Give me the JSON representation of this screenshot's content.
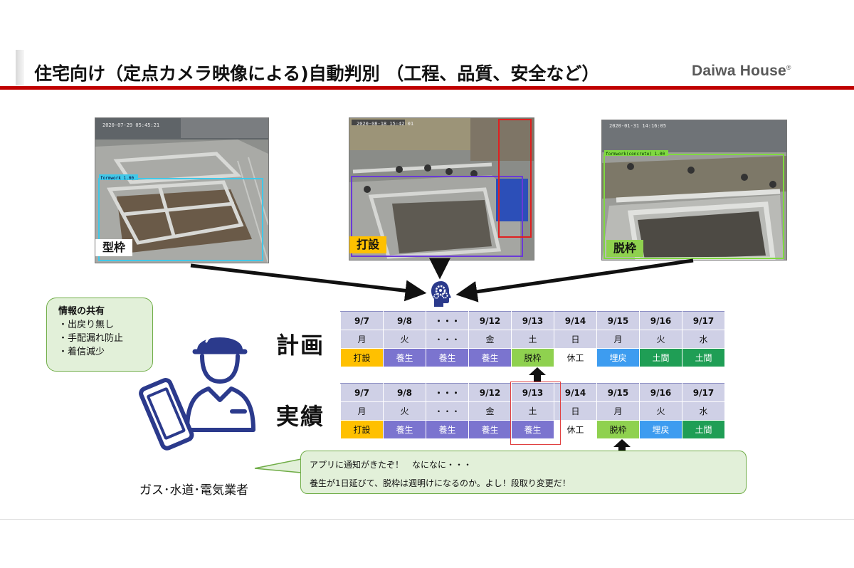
{
  "header": {
    "title": "住宅向け（定点カメラ映像による)自動判別 （工程、品質、安全など）",
    "brand": "Daiwa House",
    "brand_mark": "®"
  },
  "photos": [
    {
      "label": "型枠",
      "timestamp": "2020-07-29 05:45:21",
      "detection": "formwork 1.00"
    },
    {
      "label": "打設",
      "timestamp": "2020-08-18 15:42:01",
      "detection": ""
    },
    {
      "label": "脱枠",
      "timestamp": "2020-01-31 14:16:05",
      "detection": "formwork(concrete) 1.00"
    }
  ],
  "ai_icon": "brain-gear-icon",
  "info_box": {
    "title": "情報の共有",
    "items": [
      "・出戻り無し",
      "・手配漏れ防止",
      "・着信減少"
    ]
  },
  "plan": {
    "label": "計画",
    "dates": [
      "9/7",
      "9/8",
      "・・・",
      "9/12",
      "9/13",
      "9/14",
      "9/15",
      "9/16",
      "9/17"
    ],
    "days": [
      "月",
      "火",
      "・・・",
      "金",
      "土",
      "日",
      "月",
      "火",
      "水"
    ],
    "stages": [
      "打設",
      "養生",
      "養生",
      "養生",
      "脱枠",
      "休工",
      "埋戻",
      "土間",
      "土間"
    ]
  },
  "actual": {
    "label": "実績",
    "dates": [
      "9/7",
      "9/8",
      "・・・",
      "9/12",
      "9/13",
      "9/14",
      "9/15",
      "9/16",
      "9/17"
    ],
    "days": [
      "月",
      "火",
      "・・・",
      "金",
      "土",
      "日",
      "月",
      "火",
      "水"
    ],
    "stages": [
      "打設",
      "養生",
      "養生",
      "養生",
      "養生",
      "休工",
      "脱枠",
      "埋戻",
      "土間"
    ]
  },
  "speech_bubble": {
    "line1": "アプリに通知がきたぞ！　なになに・・・",
    "line2": "養生が1日延びて、脱枠は週明けになるのか。よし！段取り変更だ！"
  },
  "contractor_label": "ガス･水道･電気業者",
  "colors": {
    "accent_red": "#c00000",
    "navy": "#2b3a8c",
    "header_row": "#cfd0e6",
    "dasetsu": "#ffc000",
    "yojo": "#7b74cf",
    "datsuwaku": "#8fd14f",
    "umemodoshi": "#3d9cf0",
    "doma": "#1f9e55",
    "bubble_fill": "#e2f0d9",
    "bubble_border": "#70ad47"
  }
}
